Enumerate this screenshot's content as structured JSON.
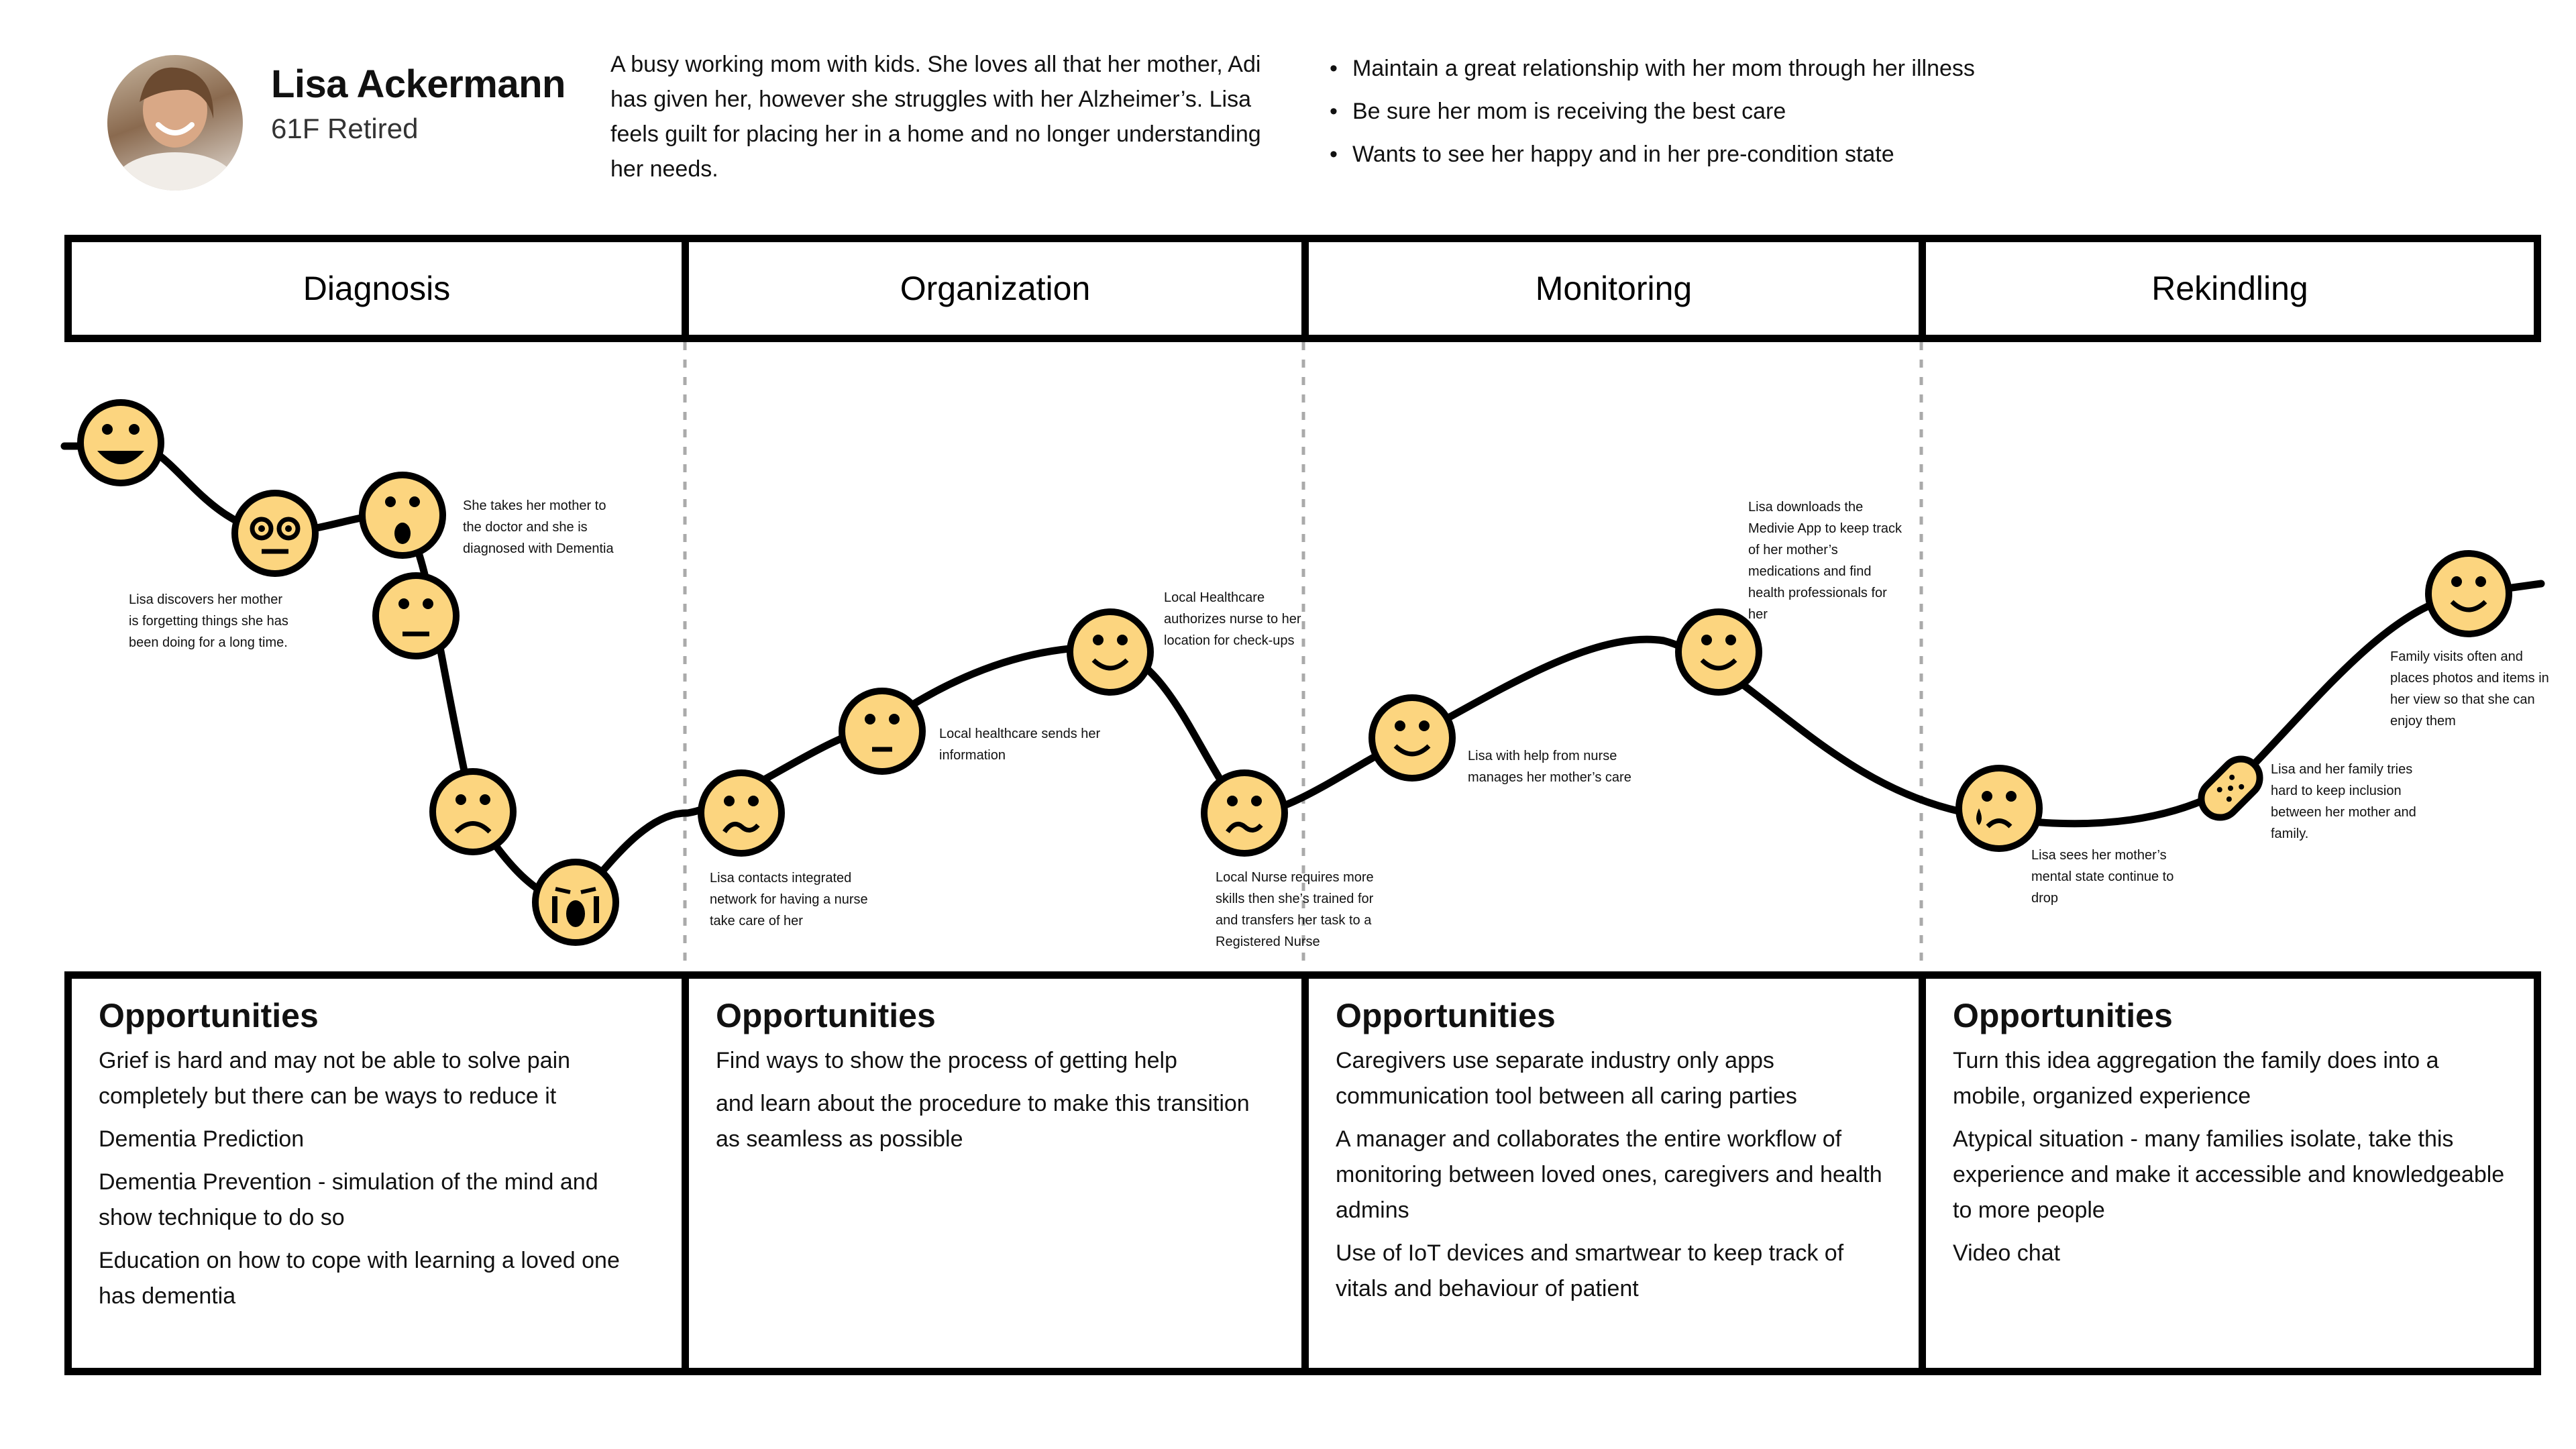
{
  "persona": {
    "name": "Lisa Ackermann",
    "subtitle": "61F Retired",
    "bio": "A busy working mom with kids.  She loves all that her mother, Adi has given her, however she struggles with her Alzheimer’s.  Lisa feels guilt for placing her in a home and no longer understanding her needs.",
    "goals": [
      "Maintain a great relationship with her mom through her illness",
      "Be sure her mom is receiving the best care",
      "Wants to see her happy and in her pre-condition state"
    ]
  },
  "stages": [
    "Diagnosis",
    "Organization",
    "Monitoring",
    "Rekindling"
  ],
  "journey_notes": [
    [
      "Lisa discovers her mother",
      "is forgetting things she has",
      "been doing for a long time."
    ],
    [
      "She takes her mother to",
      "the doctor and she is",
      "diagnosed with Dementia"
    ],
    [
      "Lisa contacts integrated",
      "network for having a nurse",
      "take care of her"
    ],
    [
      "Local healthcare sends her",
      "information"
    ],
    [
      "Local Healthcare",
      "authorizes nurse to her",
      "location for check-ups"
    ],
    [
      "Local Nurse requires more",
      "skills then she’s trained for",
      "and transfers her task to a",
      "Registered Nurse"
    ],
    [
      "Lisa with help from nurse",
      "manages her mother’s care"
    ],
    [
      "Lisa downloads the",
      "Medivie App to keep track",
      "of her mother’s",
      "medications and find",
      "health professionals for",
      "her"
    ],
    [
      "Lisa sees her mother’s",
      "mental state continue to",
      "drop"
    ],
    [
      "Lisa and her family tries",
      "hard to keep inclusion",
      "between her mother and",
      "family."
    ],
    [
      "Family visits often and",
      "places photos and items in",
      "her view so that she can",
      "enjoy them"
    ]
  ],
  "opportunities": [
    {
      "title": "Opportunities",
      "items": [
        "Grief is hard and may not be able to solve pain completely but there can be ways to reduce it",
        "Dementia Prediction",
        "Dementia Prevention - simulation of the mind and show technique to do so",
        "Education on how to cope with learning a loved one has dementia"
      ]
    },
    {
      "title": "Opportunities",
      "items": [
        "Find ways to show the process of getting help",
        "and learn about the procedure to make this transition as seamless as possible"
      ]
    },
    {
      "title": "Opportunities",
      "items": [
        "Caregivers use separate industry only apps communication tool between all caring parties",
        "A manager and collaborates the entire workflow of monitoring between loved ones, caregivers and health admins",
        "Use of IoT devices and smartwear to keep track of vitals and behaviour of patient"
      ]
    },
    {
      "title": "Opportunities",
      "items": [
        "Turn this idea aggregation the family does into a mobile, organized experience",
        "Atypical situation - many families isolate, take this experience and make it accessible and knowledgeable to more people",
        "Video chat"
      ]
    }
  ],
  "emotions": [
    "very-happy",
    "neutral-glasses",
    "surprised",
    "neutral",
    "sad",
    "crying",
    "sad",
    "neutral",
    "happy",
    "sad",
    "happy",
    "happy",
    "sad-tear",
    "band-aid",
    "happy"
  ],
  "colors": {
    "face": "#FCD57F",
    "line": "#000000",
    "divider": "#AAAAAA"
  }
}
